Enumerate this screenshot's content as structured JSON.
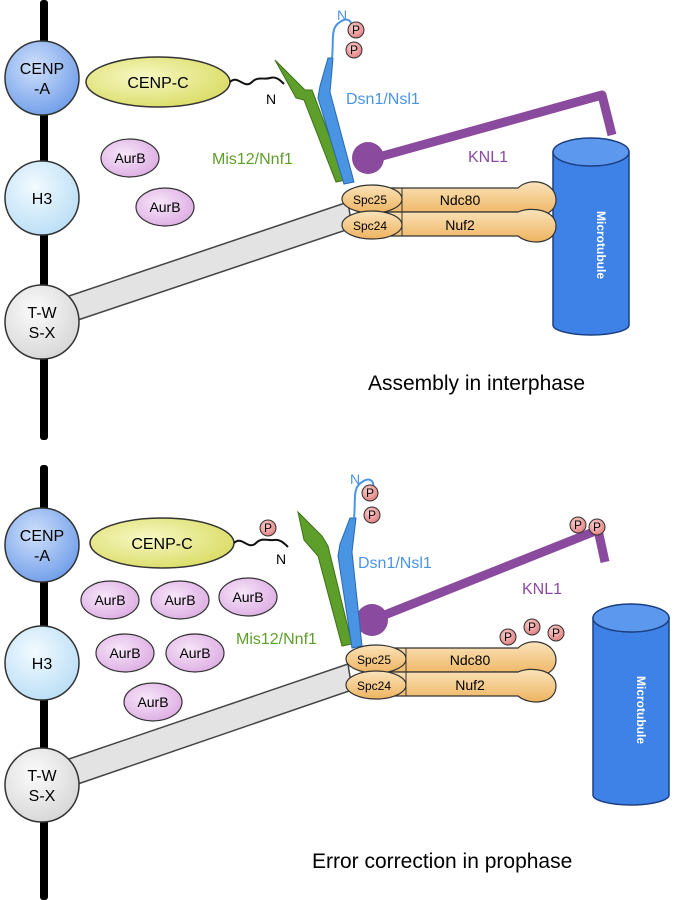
{
  "colors": {
    "cenp_a": "#7aa6ee",
    "h3": "#c9e6f8",
    "tw": "#e3e3e3",
    "cenp_c": "#e2e37a",
    "aurb": "#e3b7e8",
    "mis12": "#5e9e2a",
    "dsn1": "#4a94e4",
    "knl1": "#8a4a9e",
    "ndc80": "#f2c37c",
    "microtubule": "#3e82e8",
    "phospho": "#e98a8a"
  },
  "labels": {
    "cenp_a": [
      "CENP",
      "-A"
    ],
    "h3": "H3",
    "tw": [
      "T-W",
      "S-X"
    ],
    "cenp_c": "CENP-C",
    "n_terminus": "N",
    "phospho": "P",
    "aurb": "AurB",
    "mis12": "Mis12/Nnf1",
    "dsn1": "Dsn1/Nsl1",
    "knl1": "KNL1",
    "spc25": "Spc25",
    "spc24": "Spc24",
    "ndc80": "Ndc80",
    "nuf2": "Nuf2",
    "microtubule": "Microtubule"
  },
  "panels": [
    {
      "id": "interphase",
      "caption": "Assembly in interphase",
      "aurb_count": 2
    },
    {
      "id": "prophase",
      "caption": "Error correction in prophase",
      "aurb_count": 6
    }
  ]
}
